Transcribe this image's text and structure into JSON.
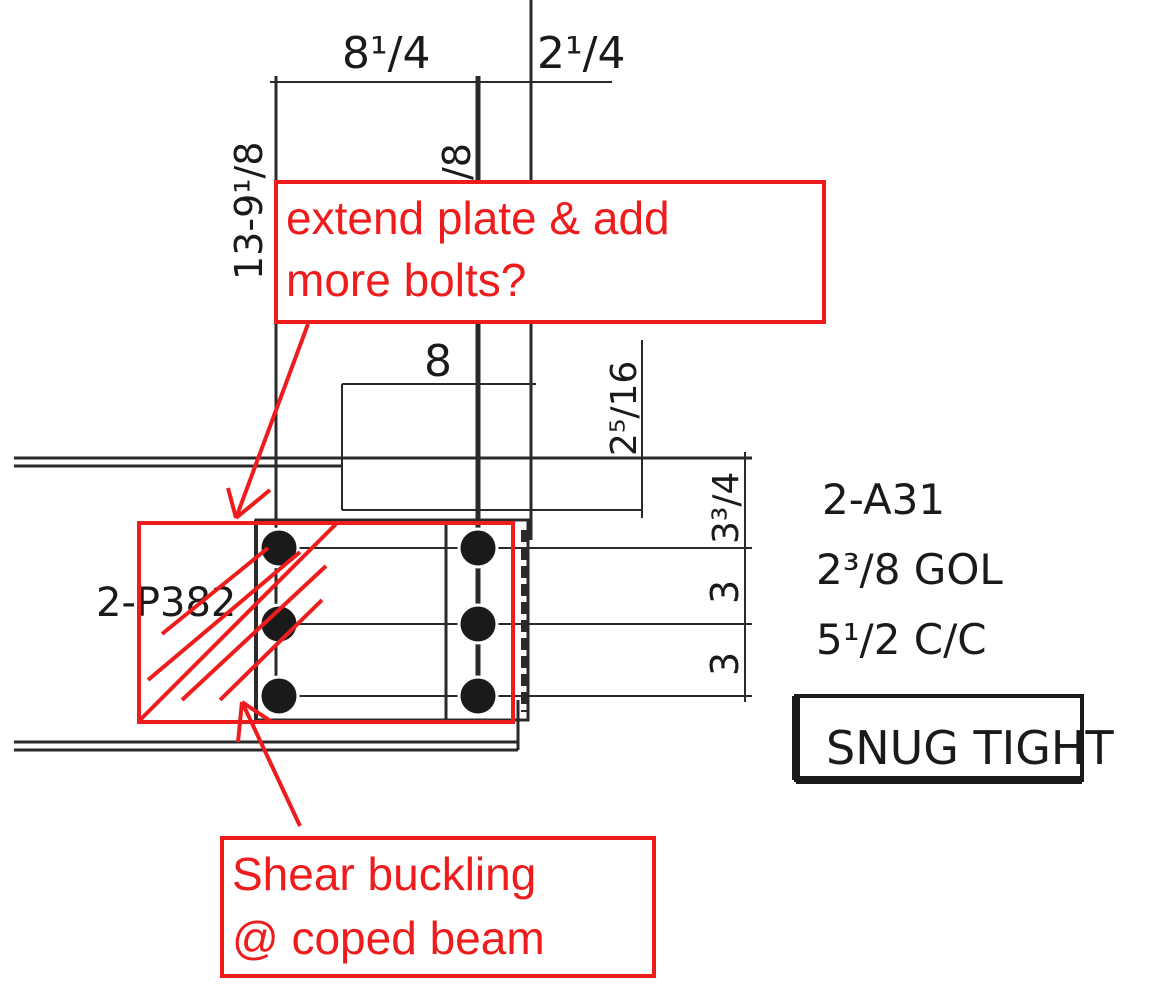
{
  "drawing": {
    "dimensions": {
      "d_8_1_4": "8¹/4",
      "d_2_1_4": "2¹/4",
      "d_13_9_1_8": "13-9¹/8",
      "d_partial_8": "/8",
      "d_8": "8",
      "d_2_5_16": "2⁵/16",
      "d_3_3_4": "3³/4",
      "d_3a": "3",
      "d_3b": "3"
    },
    "member_label": "2-P382",
    "bolt_spec": [
      "2-A31",
      "2³/8 GOL",
      "5¹/2 C/C"
    ],
    "snug_tight_label": "SNUG TIGHT"
  },
  "annotations": {
    "top_note": [
      "extend plate & add",
      "more bolts?"
    ],
    "bottom_note": [
      "Shear buckling",
      "@ coped beam"
    ],
    "color": "#ee1c1c"
  }
}
